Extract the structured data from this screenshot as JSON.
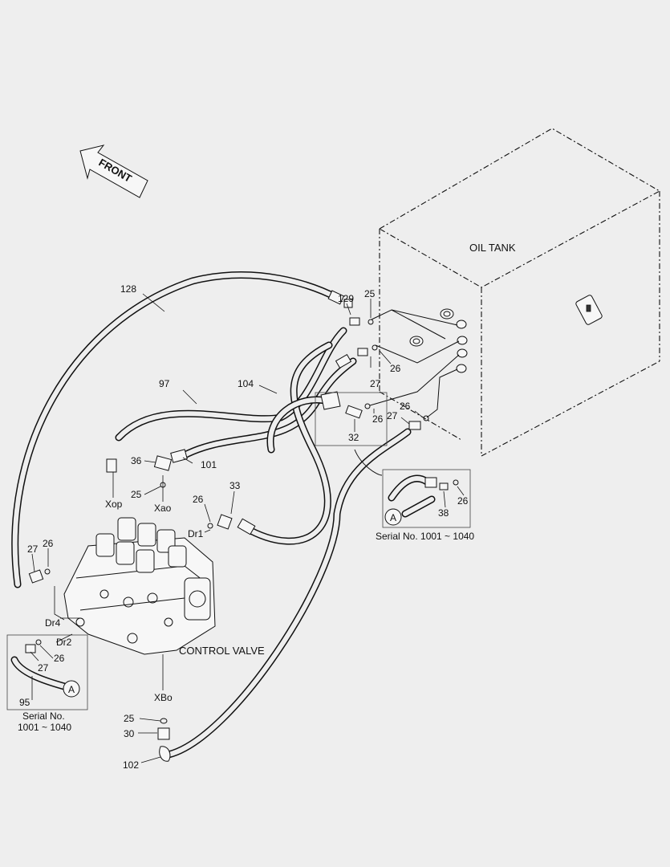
{
  "front_label": "FRONT",
  "oil_tank_label": "OIL TANK",
  "control_valve_label": "CONTROL VALVE",
  "serial_right": "Serial No. 1001 ~ 1040",
  "serial_left_line1": "Serial No.",
  "serial_left_line2": "1001 ~ 1040",
  "detail_marker": "A",
  "parts": {
    "p128": "128",
    "p129": "129",
    "p25a": "25",
    "p26a": "26",
    "p27a": "27",
    "p97": "97",
    "p104": "104",
    "p26b": "26",
    "p27b": "27",
    "p26c": "26",
    "p32": "32",
    "p36": "36",
    "p101": "101",
    "p25b": "25",
    "p33": "33",
    "p26d": "26",
    "p38": "38",
    "p26e": "26",
    "p27c": "27",
    "p26f": "26",
    "p26g": "26",
    "p27d": "27",
    "p95": "95",
    "p25c": "25",
    "p30": "30",
    "p102": "102"
  },
  "ports": {
    "xop": "Xop",
    "xao": "Xao",
    "dr1": "Dr1",
    "dr4": "Dr4",
    "dr2": "Dr2",
    "xbo": "XBo"
  }
}
